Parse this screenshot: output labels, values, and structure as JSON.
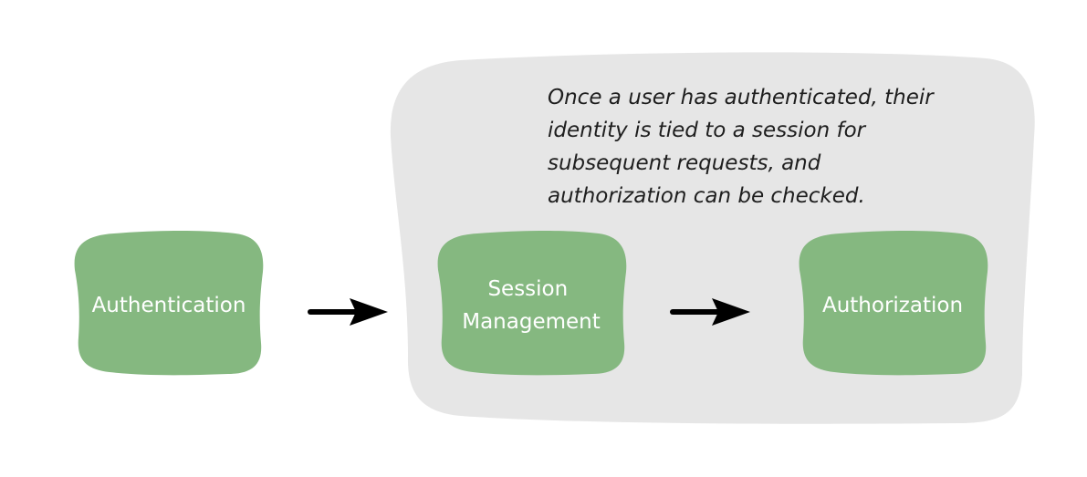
{
  "diagram": {
    "colors": {
      "group_fill": "#e6e6e6",
      "box_fill": "#85b880",
      "box_text": "#ffffff",
      "arrow": "#000000",
      "note_text": "#1e1e1e"
    },
    "group": {
      "note_lines": [
        "Once a user has authenticated, their",
        "identity is tied to a session for",
        "subsequent requests, and",
        "authorization can be checked."
      ]
    },
    "boxes": {
      "authentication": {
        "label": "Authentication"
      },
      "session_management": {
        "label_lines": [
          "Session",
          "Management"
        ]
      },
      "authorization": {
        "label": "Authorization"
      }
    },
    "connections": [
      {
        "from": "Authentication",
        "to": "Session Management"
      },
      {
        "from": "Session Management",
        "to": "Authorization"
      }
    ]
  }
}
